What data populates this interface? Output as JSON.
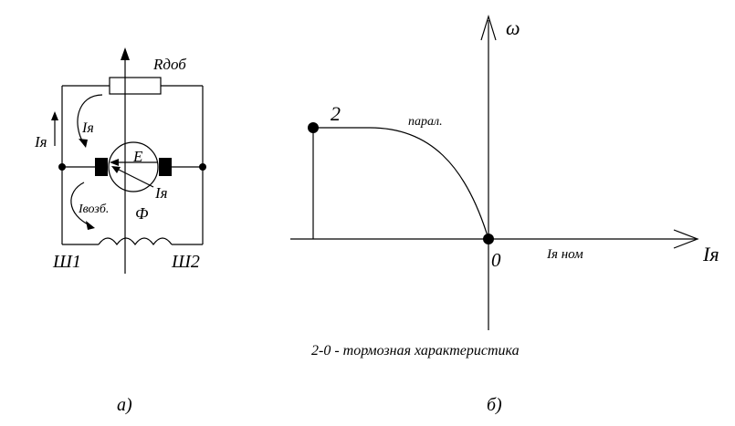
{
  "circuit": {
    "resistor_label": "Rдоб",
    "armature_current_label": "Iя",
    "armature_current_label_2": "Iя",
    "armature_current_label_3": "Iя",
    "emf_label": "E",
    "field_current_label": "Iвозб.",
    "flux_label": "Ф",
    "terminal_1": "Ш1",
    "terminal_2": "Ш2",
    "caption": "а)"
  },
  "graph": {
    "y_axis_label": "ω",
    "x_axis_label": "Iя",
    "origin_label": "0",
    "point_label": "2",
    "curve_label": "парал.",
    "x_tick_label": "Iя ном",
    "description": "2-0 -  тормозная характеристика",
    "caption": "б)"
  }
}
